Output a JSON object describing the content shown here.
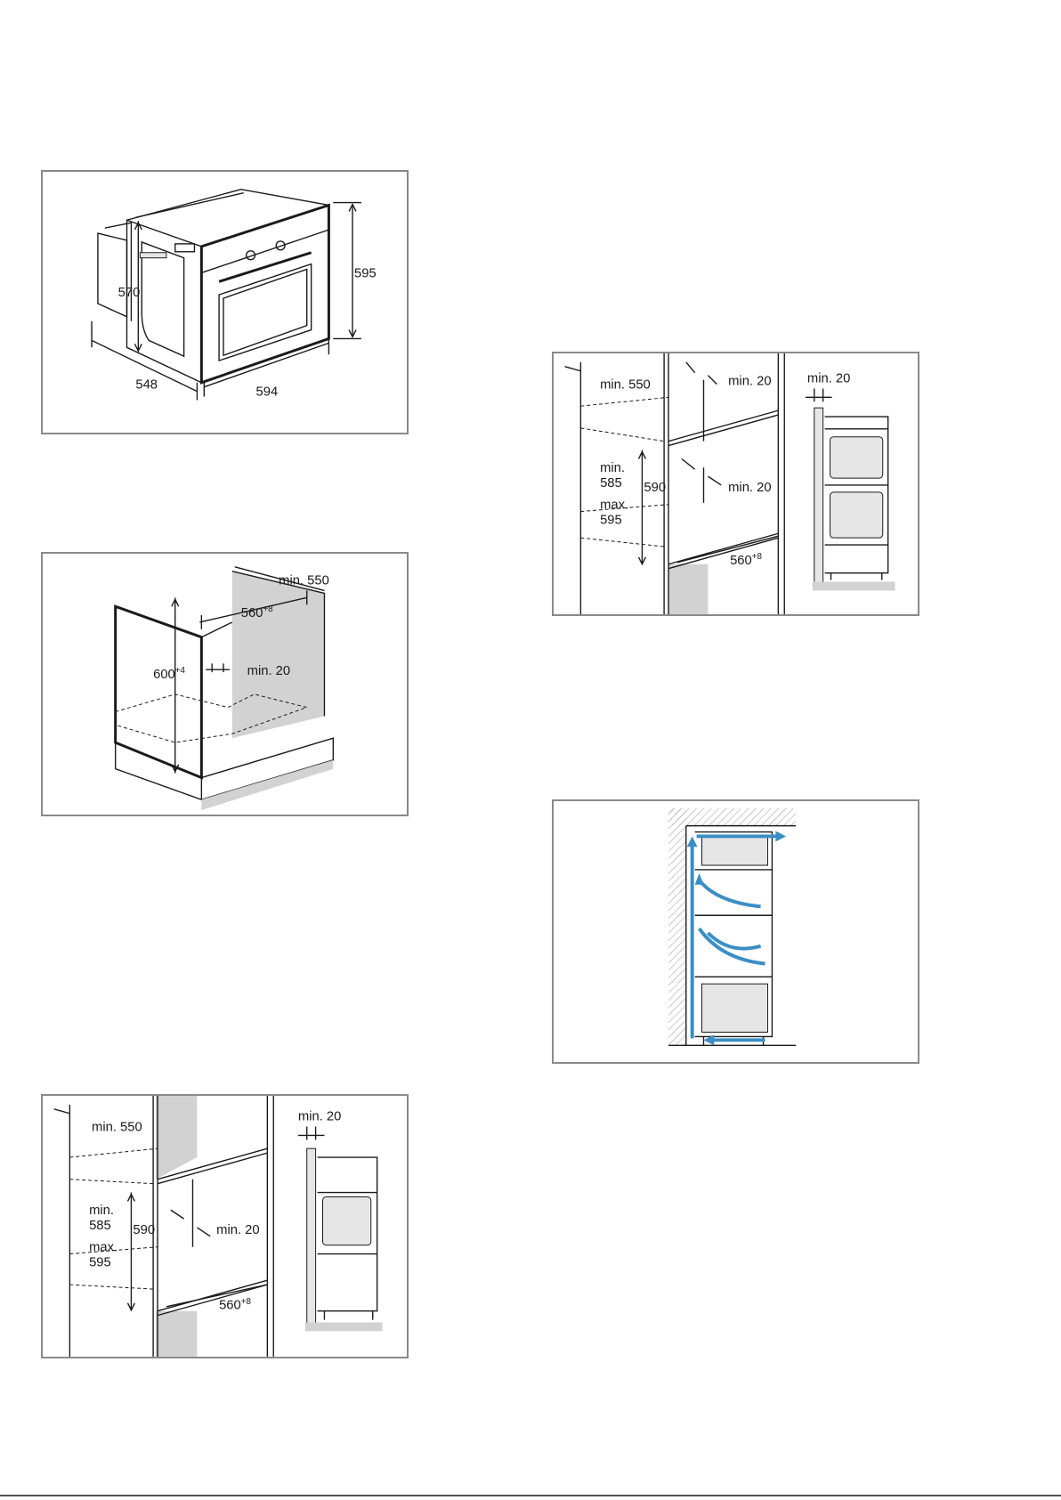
{
  "figures": {
    "oven_dimensions": {
      "labels": {
        "height_total": "595",
        "height_inner": "570",
        "depth": "548",
        "width": "594"
      }
    },
    "under_counter": {
      "labels": {
        "min_depth": "min. 550",
        "width": "560",
        "width_tol": "+8",
        "height": "600",
        "height_tol": "+4",
        "min_gap": "min. 20"
      }
    },
    "tall_cabinet_single": {
      "labels": {
        "min_depth": "min. 550",
        "min_top": "min. 20",
        "min_h": "min.",
        "min_h_val": "585",
        "height": "590",
        "max_h": "max.",
        "max_h_val": "595",
        "min_back": "min. 20",
        "width": "560",
        "width_tol": "+8"
      }
    },
    "tall_cabinet_double": {
      "labels": {
        "min_depth": "min. 550",
        "min_top": "min. 20",
        "min_side": "min. 20",
        "min_h": "min.",
        "min_h_val": "585",
        "height": "590",
        "max_h": "max.",
        "max_h_val": "595",
        "min_back": "min. 20",
        "width": "560",
        "width_tol": "+8"
      }
    },
    "ventilation": {
      "accent_color": "#3a8ec4"
    }
  }
}
